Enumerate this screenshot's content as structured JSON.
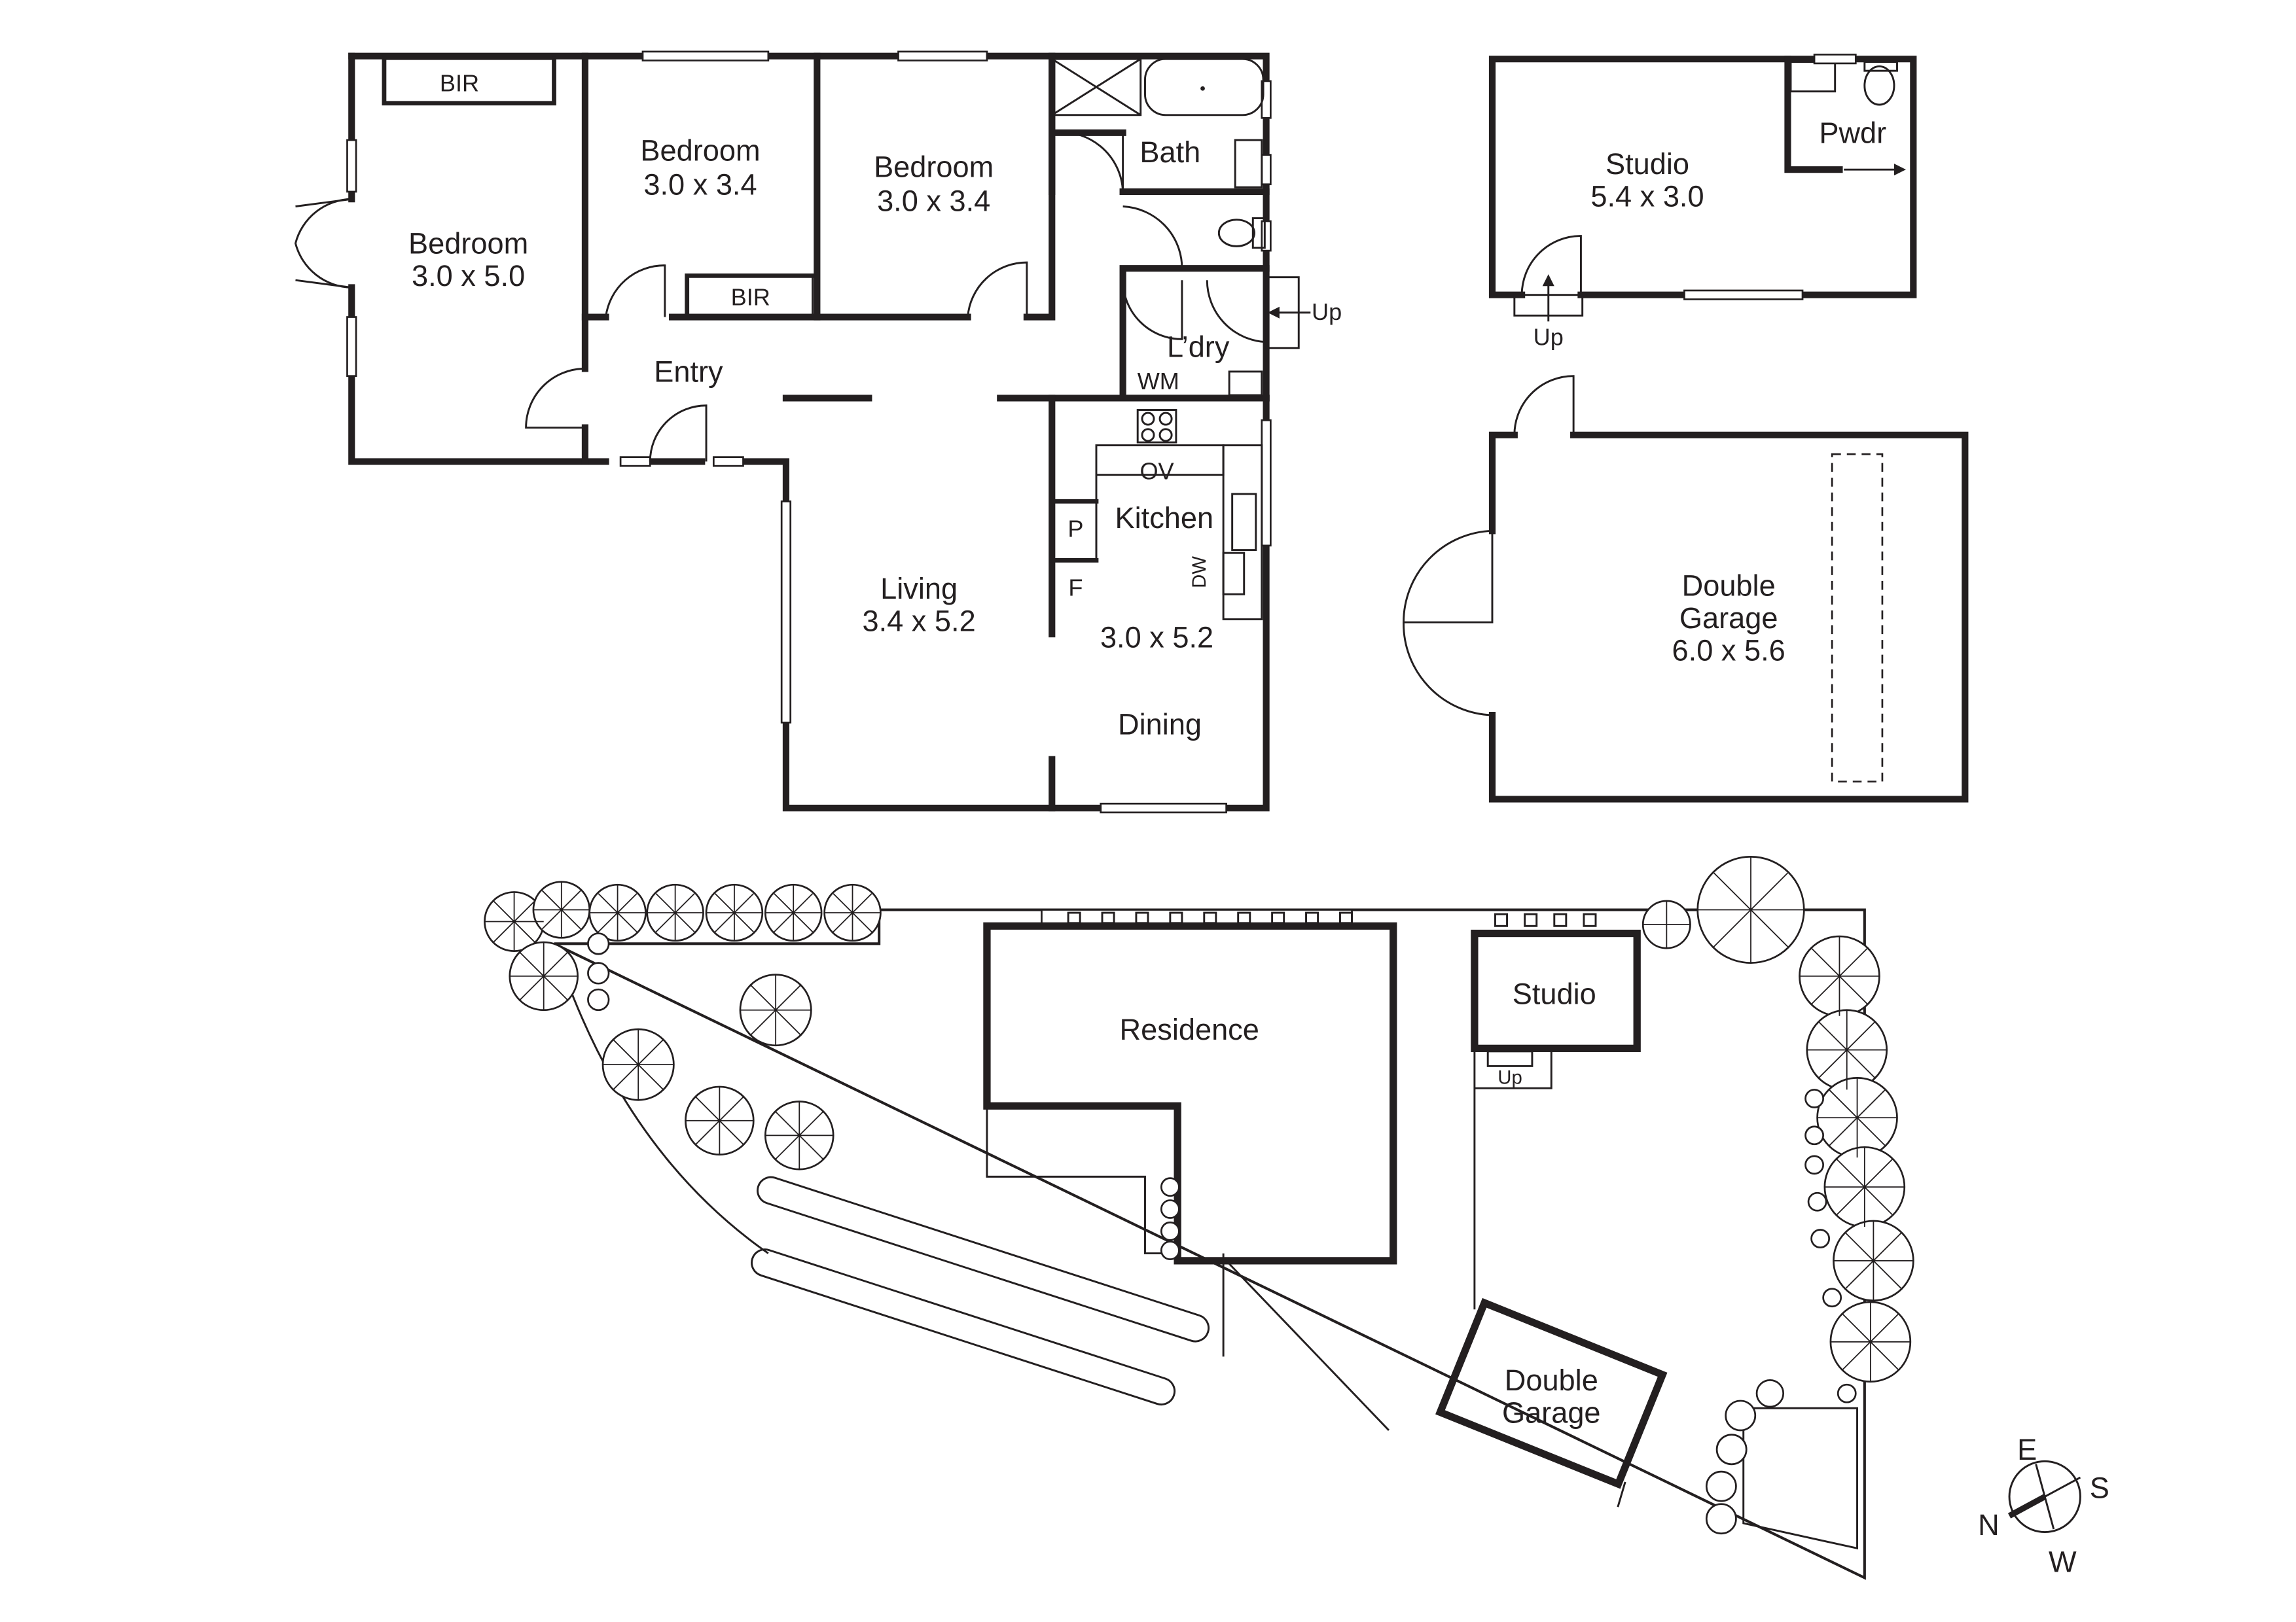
{
  "floor_plan": {
    "rooms": [
      {
        "name": "Bedroom",
        "size": "3.0 x 5.0"
      },
      {
        "name": "Bedroom",
        "size": "3.0 x 3.4"
      },
      {
        "name": "Bedroom",
        "size": "3.0 x 3.4"
      },
      {
        "name": "Bath"
      },
      {
        "name": "L’dry"
      },
      {
        "name": "Entry"
      },
      {
        "name": "Kitchen"
      },
      {
        "name": "Living",
        "size": "3.4 x 5.2"
      },
      {
        "name": "Dining",
        "size": "3.0 x 5.2"
      },
      {
        "name": "Studio",
        "size": "5.4 x 3.0"
      },
      {
        "name": "Pwdr"
      },
      {
        "name": "Double",
        "name2": "Garage",
        "size": "6.0 x 5.6"
      }
    ],
    "fixtures": {
      "bir": "BIR",
      "wm": "WM",
      "ov": "OV",
      "p": "P",
      "f": "F",
      "dw": "DW",
      "up": "Up"
    }
  },
  "site_plan": {
    "residence": "Residence",
    "studio": "Studio",
    "up": "Up",
    "garage_line1": "Double",
    "garage_line2": "Garage"
  },
  "compass": {
    "north": "N",
    "south": "S",
    "east": "E",
    "west": "W"
  }
}
